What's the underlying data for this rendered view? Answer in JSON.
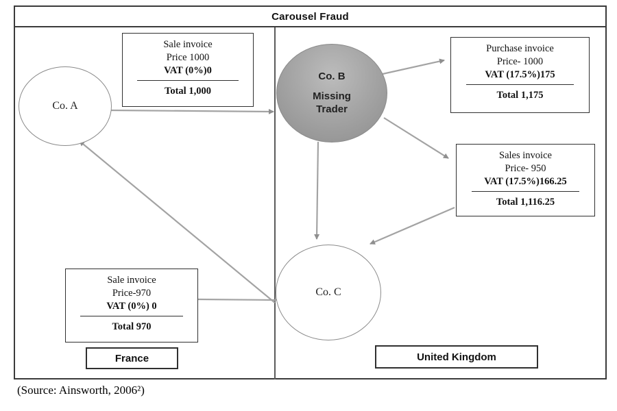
{
  "title": "Carousel Fraud",
  "source": "(Source: Ainsworth, 2006²)",
  "regions": {
    "left": "France",
    "right": "United Kingdom"
  },
  "nodes": {
    "co_a": {
      "label": "Co. A"
    },
    "co_b": {
      "label": "Co. B",
      "sublabel": "Missing Trader"
    },
    "co_c": {
      "label": "Co. C"
    }
  },
  "invoices": {
    "sale_a_to_b": {
      "line1": "Sale invoice",
      "line2": "Price 1000",
      "vat": "VAT (0%)0",
      "total": "Total 1,000"
    },
    "purchase_b": {
      "line1": "Purchase invoice",
      "line2": "Price- 1000",
      "vat": "VAT (17.5%)175",
      "total": "Total 1,175"
    },
    "sales_b_to_c": {
      "line1": "Sales invoice",
      "line2": "Price- 950",
      "vat": "VAT (17.5%)166.25",
      "total": "Total 1,116.25"
    },
    "sale_c_to_a": {
      "line1": "Sale invoice",
      "line2": "Price-970",
      "vat": "VAT (0%)   0",
      "total": "Total 970"
    }
  },
  "colors": {
    "missing_trader_fill": "#a6a6a6",
    "arrow": "#a3a3a3",
    "border": "#3a3a3a"
  }
}
